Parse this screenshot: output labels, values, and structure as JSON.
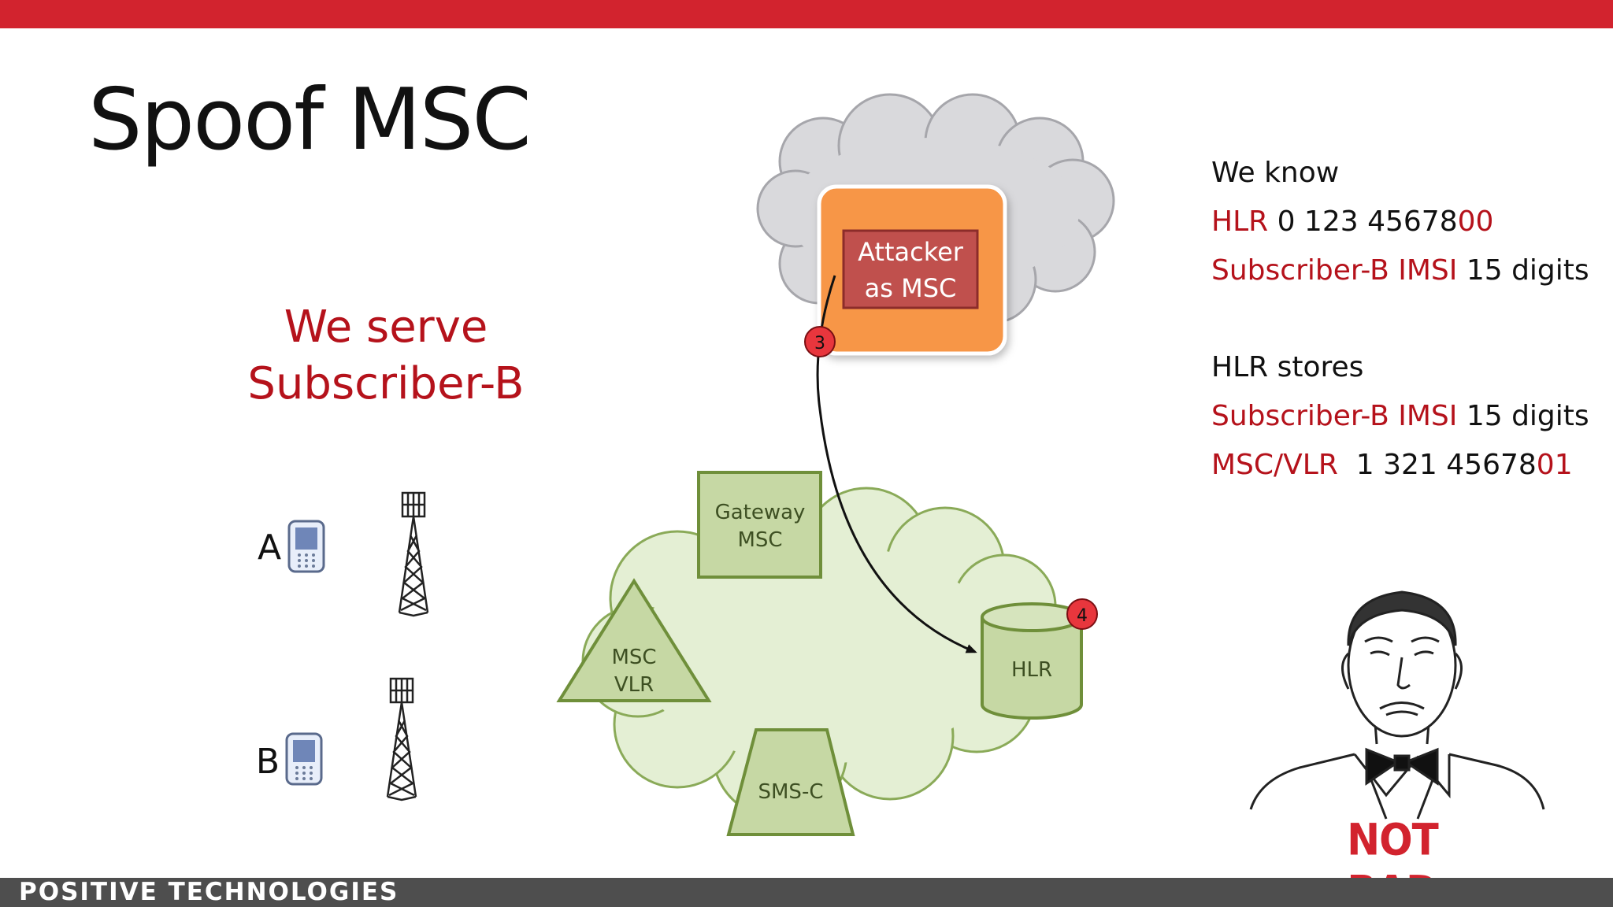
{
  "slide": {
    "title": "Spoof MSC",
    "serve_line1": "We serve",
    "serve_line2": "Subscriber-B"
  },
  "info": {
    "we_know": "We know",
    "hlr_label": "HLR",
    "hlr_number_main": " 0 123 45678",
    "hlr_number_tail": "00",
    "imsi_label": "Subscriber-B IMSI",
    "imsi_value": " 15 digits",
    "hlr_stores": "HLR stores",
    "imsi_label_2": "Subscriber-B IMSI",
    "imsi_value_2": " 15 digits",
    "msc_label": "MSC/VLR",
    "msc_number_main": "  1 321 45678",
    "msc_number_tail": "01"
  },
  "diagram": {
    "attacker_line1": "Attacker",
    "attacker_line2": "as MSC",
    "gateway_line1": "Gateway",
    "gateway_line2": "MSC",
    "msc_vlr_line1": "MSC",
    "msc_vlr_line2": "VLR",
    "hlr": "HLR",
    "smsc": "SMS-C",
    "step3": "3",
    "step4": "4",
    "subscriber_a": "A",
    "subscriber_b": "B"
  },
  "meme": {
    "caption": "NOT BAD"
  },
  "footer": {
    "logo": "POSITIVE TECHNOLOGIES"
  },
  "colors": {
    "brand_red": "#d2232e",
    "text_red": "#b5121b",
    "attacker_orange": "#f79646",
    "network_green": "#c6d8a4",
    "network_border": "#6f8f3a",
    "cloud_gray": "#d9d9dc"
  }
}
